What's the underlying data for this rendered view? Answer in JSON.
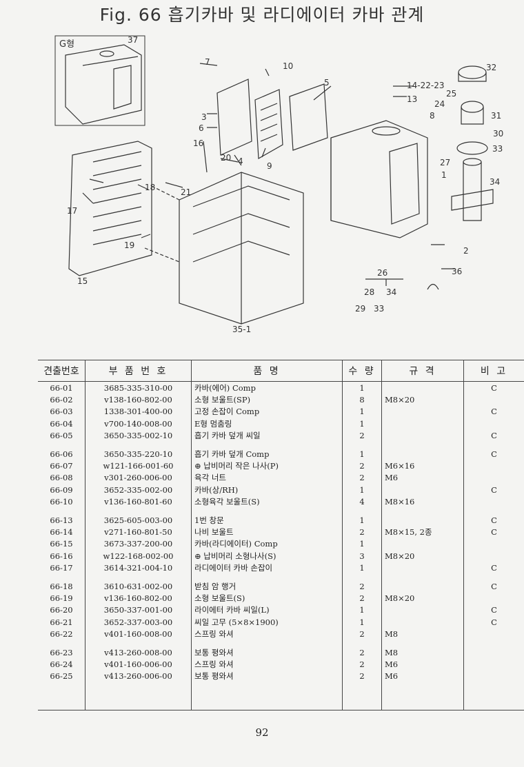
{
  "title": "Fig. 66  흡기카바 및 라디에이터 카바 관계",
  "diagram": {
    "inset_label": "G형",
    "callouts": [
      "37",
      "7",
      "10",
      "5",
      "3",
      "6",
      "4",
      "9",
      "16",
      "20",
      "14-22-23",
      "13",
      "32",
      "25",
      "24",
      "8",
      "31",
      "30",
      "33",
      "34",
      "27",
      "1",
      "2",
      "17",
      "18",
      "21",
      "19",
      "15",
      "36",
      "26",
      "28",
      "34",
      "29",
      "33",
      "35-1"
    ]
  },
  "table": {
    "headers": [
      "견출번호",
      "부 품 번 호",
      "품                명",
      "수 량",
      "규   격",
      "비   고"
    ],
    "rows": [
      [
        "66-01",
        "3685-335-310-00",
        "카바(에어) Comp",
        "1",
        "",
        "C"
      ],
      [
        "66-02",
        "v138-160-802-00",
        "소형 보울트(SP)",
        "8",
        "M8×20",
        ""
      ],
      [
        "66-03",
        "1338-301-400-00",
        "고정 손잡이 Comp",
        "1",
        "",
        "C"
      ],
      [
        "66-04",
        "v700-140-008-00",
        "E형 멈춤링",
        "1",
        "",
        ""
      ],
      [
        "66-05",
        "3650-335-002-10",
        "흡기 카바 덮개 씨일",
        "2",
        "",
        "C"
      ],
      [
        "66-06",
        "3650-335-220-10",
        "흡기 카바 덮개 Comp",
        "1",
        "",
        "C"
      ],
      [
        "66-07",
        "w121-166-001-60",
        "⊕ 납비머리 작은 나사(P)",
        "2",
        "M6×16",
        ""
      ],
      [
        "66-08",
        "v301-260-006-00",
        "육각 너트",
        "2",
        "M6",
        ""
      ],
      [
        "66-09",
        "3652-335-002-00",
        "카바(상/RH)",
        "1",
        "",
        "C"
      ],
      [
        "66-10",
        "v136-160-801-60",
        "소형육각 보울트(S)",
        "4",
        "M8×16",
        ""
      ],
      [
        "66-13",
        "3625-605-003-00",
        "1번 창문",
        "1",
        "",
        "C"
      ],
      [
        "66-14",
        "v271-160-801-50",
        "나비 보울트",
        "2",
        "M8×15, 2종",
        "C"
      ],
      [
        "66-15",
        "3673-337-200-00",
        "카바(라디에이터) Comp",
        "1",
        "",
        ""
      ],
      [
        "66-16",
        "w122-168-002-00",
        "⊕ 납비머리 소형나사(S)",
        "3",
        "M8×20",
        ""
      ],
      [
        "66-17",
        "3614-321-004-10",
        "라디에이터 카바 손잡이",
        "1",
        "",
        "C"
      ],
      [
        "66-18",
        "3610-631-002-00",
        "받침 암 행거",
        "2",
        "",
        "C"
      ],
      [
        "66-19",
        "v136-160-802-00",
        "소형 보울트(S)",
        "2",
        "M8×20",
        ""
      ],
      [
        "66-20",
        "3650-337-001-00",
        "라이에터 카바 씨일(L)",
        "1",
        "",
        "C"
      ],
      [
        "66-21",
        "3652-337-003-00",
        "씨일 고무 (5×8×1900)",
        "1",
        "",
        "C"
      ],
      [
        "66-22",
        "v401-160-008-00",
        "스프링 와셔",
        "2",
        "M8",
        ""
      ],
      [
        "66-23",
        "v413-260-008-00",
        "보통 평와셔",
        "2",
        "M8",
        ""
      ],
      [
        "66-24",
        "v401-160-006-00",
        "스프링 와셔",
        "2",
        "M6",
        ""
      ],
      [
        "66-25",
        "v413-260-006-00",
        "보통 평와셔",
        "2",
        "M6",
        ""
      ]
    ]
  },
  "page_number": "92"
}
